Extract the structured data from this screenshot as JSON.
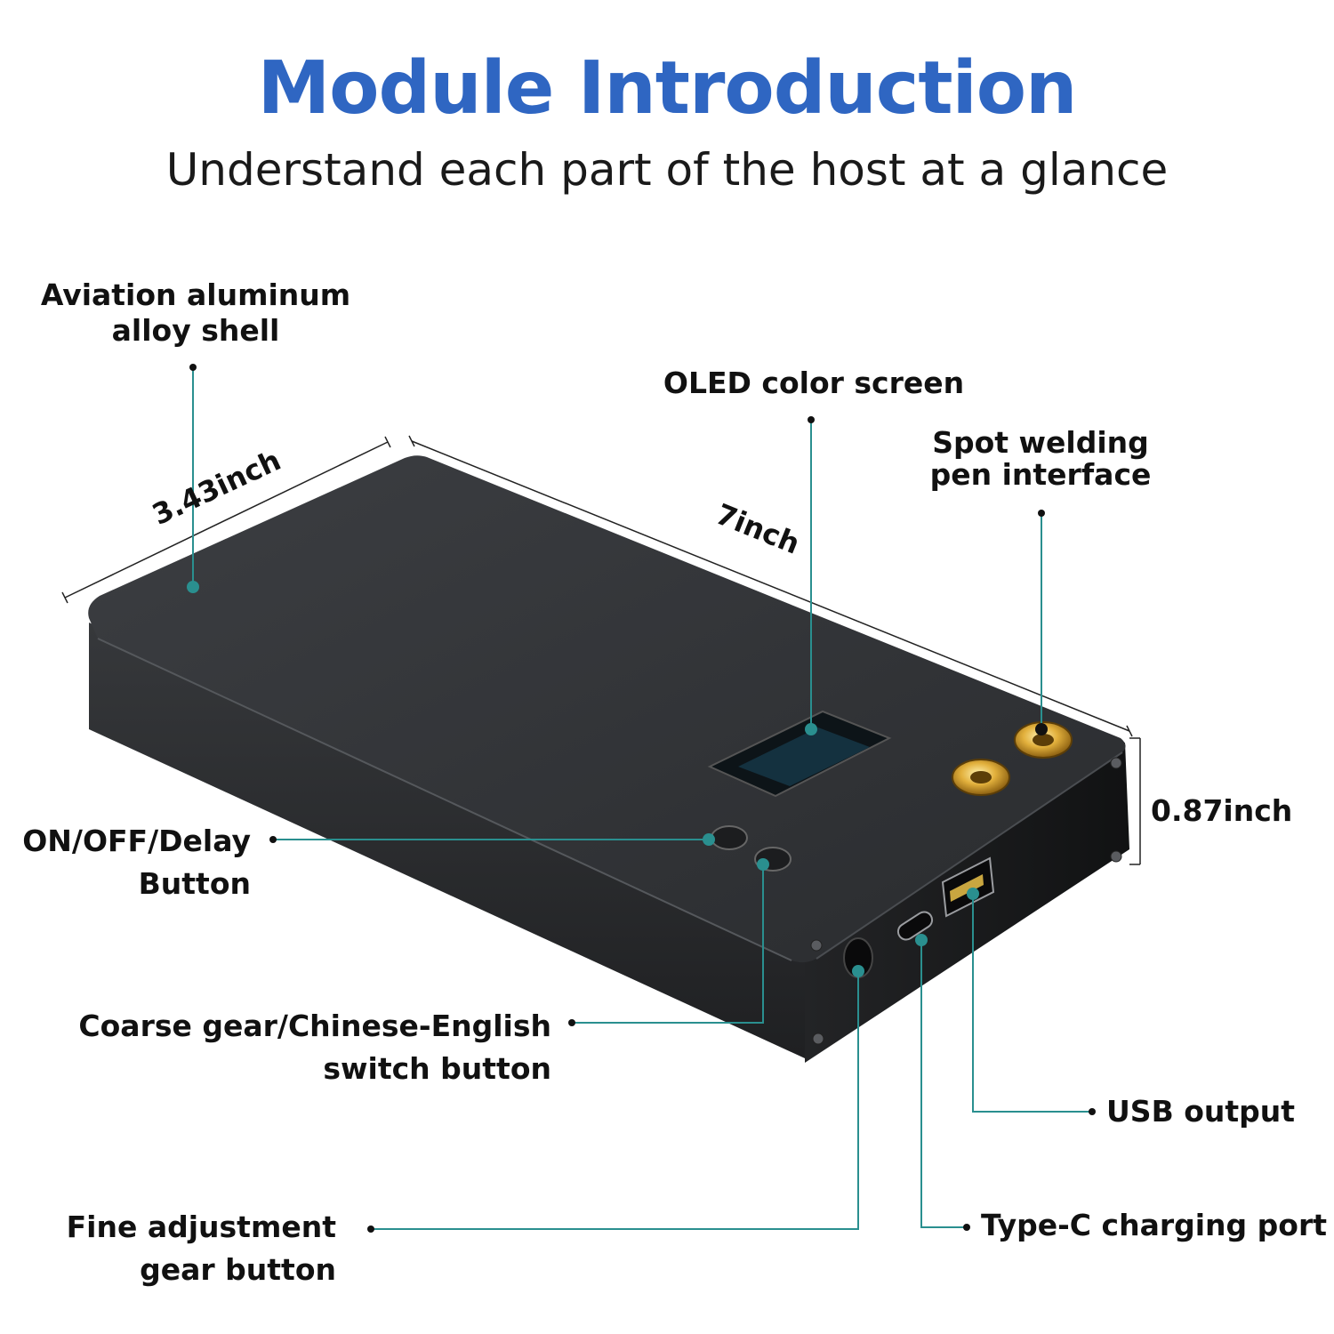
{
  "header": {
    "title": "Module Introduction",
    "subtitle": "Understand each part of the host at a glance"
  },
  "callouts": {
    "shell": {
      "line1": "Aviation aluminum",
      "line2": "alloy shell"
    },
    "oled": {
      "line1": "OLED color screen"
    },
    "pen": {
      "line1": "Spot welding",
      "line2": "pen interface"
    },
    "onoff": {
      "line1": "ON/OFF/Delay",
      "line2": "Button"
    },
    "coarse": {
      "line1": "Coarse gear/Chinese-English",
      "line2": "switch button"
    },
    "usb": {
      "line1": "USB output"
    },
    "fine": {
      "line1": "Fine adjustment",
      "line2": "gear button"
    },
    "typec": {
      "line1": "Type-C charging port"
    }
  },
  "dimensions": {
    "width": "3.43inch",
    "length": "7inch",
    "height": "0.87inch"
  },
  "colors": {
    "title": "#2f66c2",
    "leader": "#2a8f8f",
    "device": "#2b2d30"
  }
}
